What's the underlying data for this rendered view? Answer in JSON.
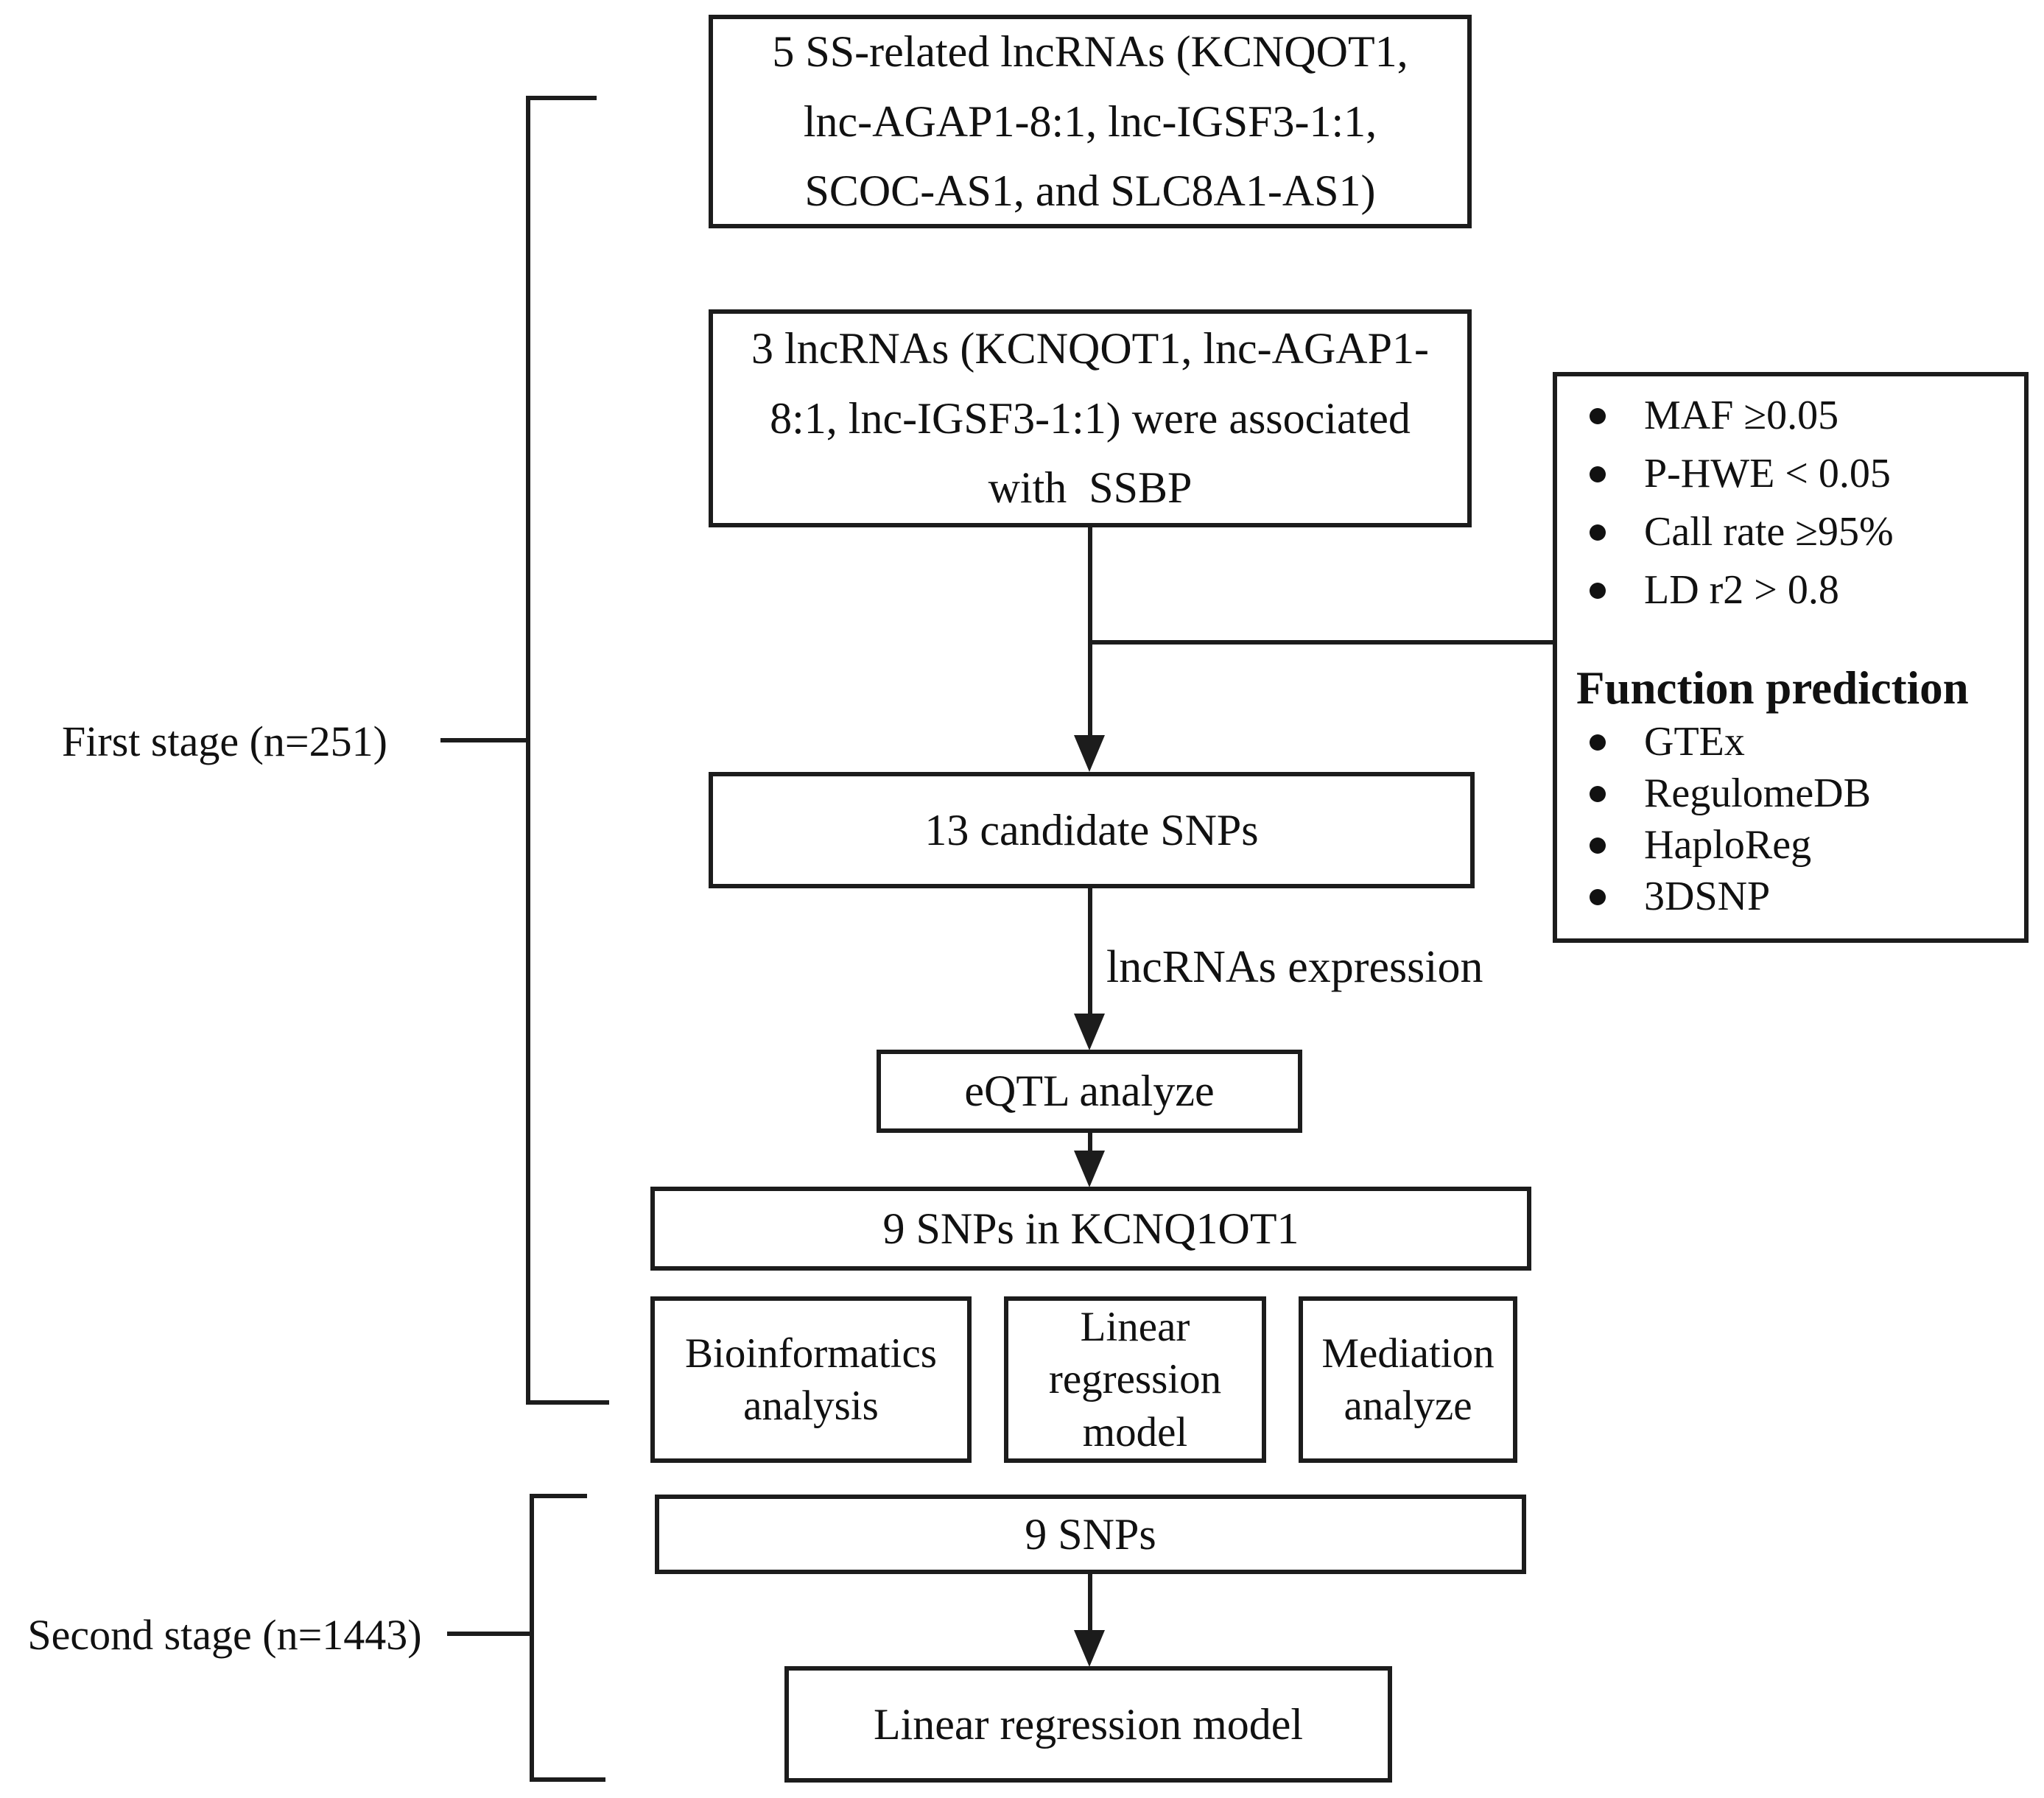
{
  "colors": {
    "line": "#1c1c1c",
    "ink": "#111111",
    "background": "#ffffff"
  },
  "stages": {
    "first": {
      "label": "First stage (n=251)"
    },
    "second": {
      "label": "Second stage (n=1443)"
    }
  },
  "boxes": {
    "five_lncrnas": {
      "lines": [
        "5 SS-related lncRNAs (KCNQOT1,",
        "lnc-AGAP1-8:1, lnc-IGSF3-1:1,",
        "SCOC-AS1, and SLC8A1-AS1)"
      ]
    },
    "three_lncrnas": {
      "lines": [
        "3 lncRNAs (KCNQOT1, lnc-AGAP1-",
        "8:1, lnc-IGSF3-1:1) were associated",
        "with  SSBP"
      ]
    },
    "candidate_snps": {
      "text": "13 candidate SNPs"
    },
    "eqtl": {
      "text": "eQTL analyze"
    },
    "snps_kcnq1ot1": {
      "text": "9 SNPs in KCNQ1OT1"
    },
    "bioinformatics": {
      "lines": [
        "Bioinformatics",
        "analysis"
      ]
    },
    "linear_regression": {
      "lines": [
        "Linear",
        "regression",
        "model"
      ]
    },
    "mediation": {
      "lines": [
        "Mediation",
        "analyze"
      ]
    },
    "nine_snps": {
      "text": "9 SNPs"
    },
    "linear_regression_2": {
      "text": "Linear regression model"
    }
  },
  "criteria_panel": {
    "filters": [
      "MAF ≥0.05",
      "P-HWE < 0.05",
      "Call rate ≥95%",
      "LD r2 > 0.8"
    ],
    "heading": "Function prediction",
    "tools": [
      "GTEx",
      "RegulomeDB",
      "HaploReg",
      "3DSNP"
    ]
  },
  "arrow_label": "lncRNAs expression"
}
